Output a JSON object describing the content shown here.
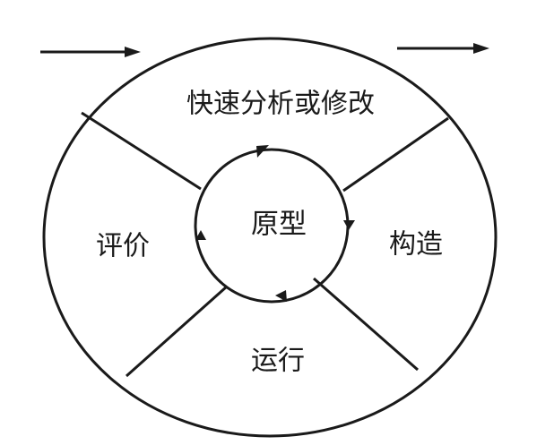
{
  "diagram": {
    "core": {
      "label": "原型"
    },
    "segments": [
      {
        "id": "analysis",
        "label": "快速分析或修改"
      },
      {
        "id": "construct",
        "label": "构造"
      },
      {
        "id": "run",
        "label": "运行"
      },
      {
        "id": "evaluate",
        "label": "评价"
      }
    ],
    "colors": {
      "line": "#1a1a1a",
      "background": "#ffffff"
    }
  }
}
